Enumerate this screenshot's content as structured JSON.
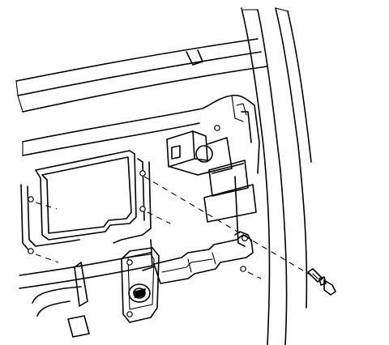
{
  "diagram": {
    "parts": [
      {
        "name": "door-inner-panel"
      },
      {
        "name": "access-panel-opening"
      },
      {
        "name": "mounting-bracket"
      },
      {
        "name": "door-latch-lock"
      },
      {
        "name": "push-pin-fastener"
      },
      {
        "name": "alignment-dashed-line"
      }
    ]
  },
  "colors": {
    "line": "#000000",
    "background": "#ffffff"
  }
}
